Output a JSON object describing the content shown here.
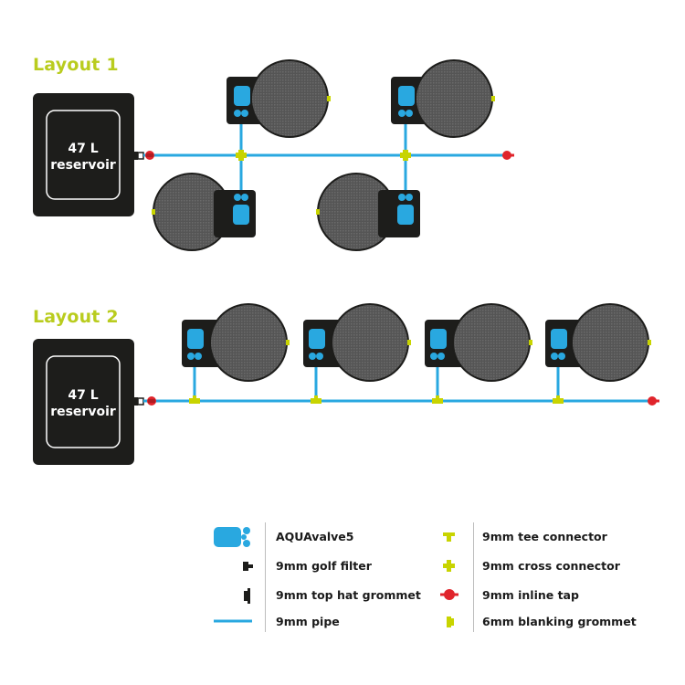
{
  "layouts": [
    {
      "title": "Layout 1",
      "reservoir": {
        "volume": "47 L",
        "label": "reservoir"
      }
    },
    {
      "title": "Layout 2",
      "reservoir": {
        "volume": "47 L",
        "label": "reservoir"
      }
    }
  ],
  "legend": {
    "left": [
      {
        "icon": "aquavalve-icon",
        "label": "AQUAvalve5"
      },
      {
        "icon": "golf-filter-icon",
        "label": "9mm golf filter"
      },
      {
        "icon": "top-hat-grommet-icon",
        "label": "9mm top hat grommet"
      },
      {
        "icon": "pipe-icon",
        "label": "9mm pipe"
      }
    ],
    "right": [
      {
        "icon": "tee-connector-icon",
        "label": "9mm tee connector"
      },
      {
        "icon": "cross-connector-icon",
        "label": "9mm cross connector"
      },
      {
        "icon": "inline-tap-icon",
        "label": "9mm inline tap"
      },
      {
        "icon": "blanking-grommet-icon",
        "label": "6mm blanking grommet"
      }
    ]
  },
  "colors": {
    "title": "#b9cc1e",
    "pipe": "#29a8e0",
    "valve": "#29a8e0",
    "tap": "#e0242b",
    "connector": "#c8d400",
    "tank": "#1d1d1b",
    "pot": "#5a5a5a"
  }
}
